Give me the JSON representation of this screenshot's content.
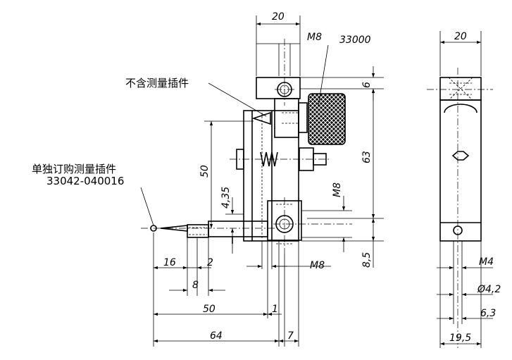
{
  "labels": {
    "no_insert_note": "不含测量插件",
    "separate_order_note": "单独订购测量插件",
    "insert_part_no": "33042-040016",
    "knob_part_no": "33000"
  },
  "dims": {
    "top_width": "20",
    "thread_top": "M8",
    "thread_side": "M8",
    "thread_bottom": "M8",
    "height_6": "6",
    "height_63": "63",
    "height_8_5": "8,5",
    "height_50": "50",
    "offset_4_35": "4,35",
    "len_16": "16",
    "len_2": "2",
    "len_8": "8",
    "len_50": "50",
    "len_1": "1",
    "len_64": "64",
    "len_7": "7",
    "right_width": "20",
    "right_m4": "M4",
    "right_d4_2": "Ø4,2",
    "right_6_3": "6,3",
    "right_19_5": "19,5"
  }
}
